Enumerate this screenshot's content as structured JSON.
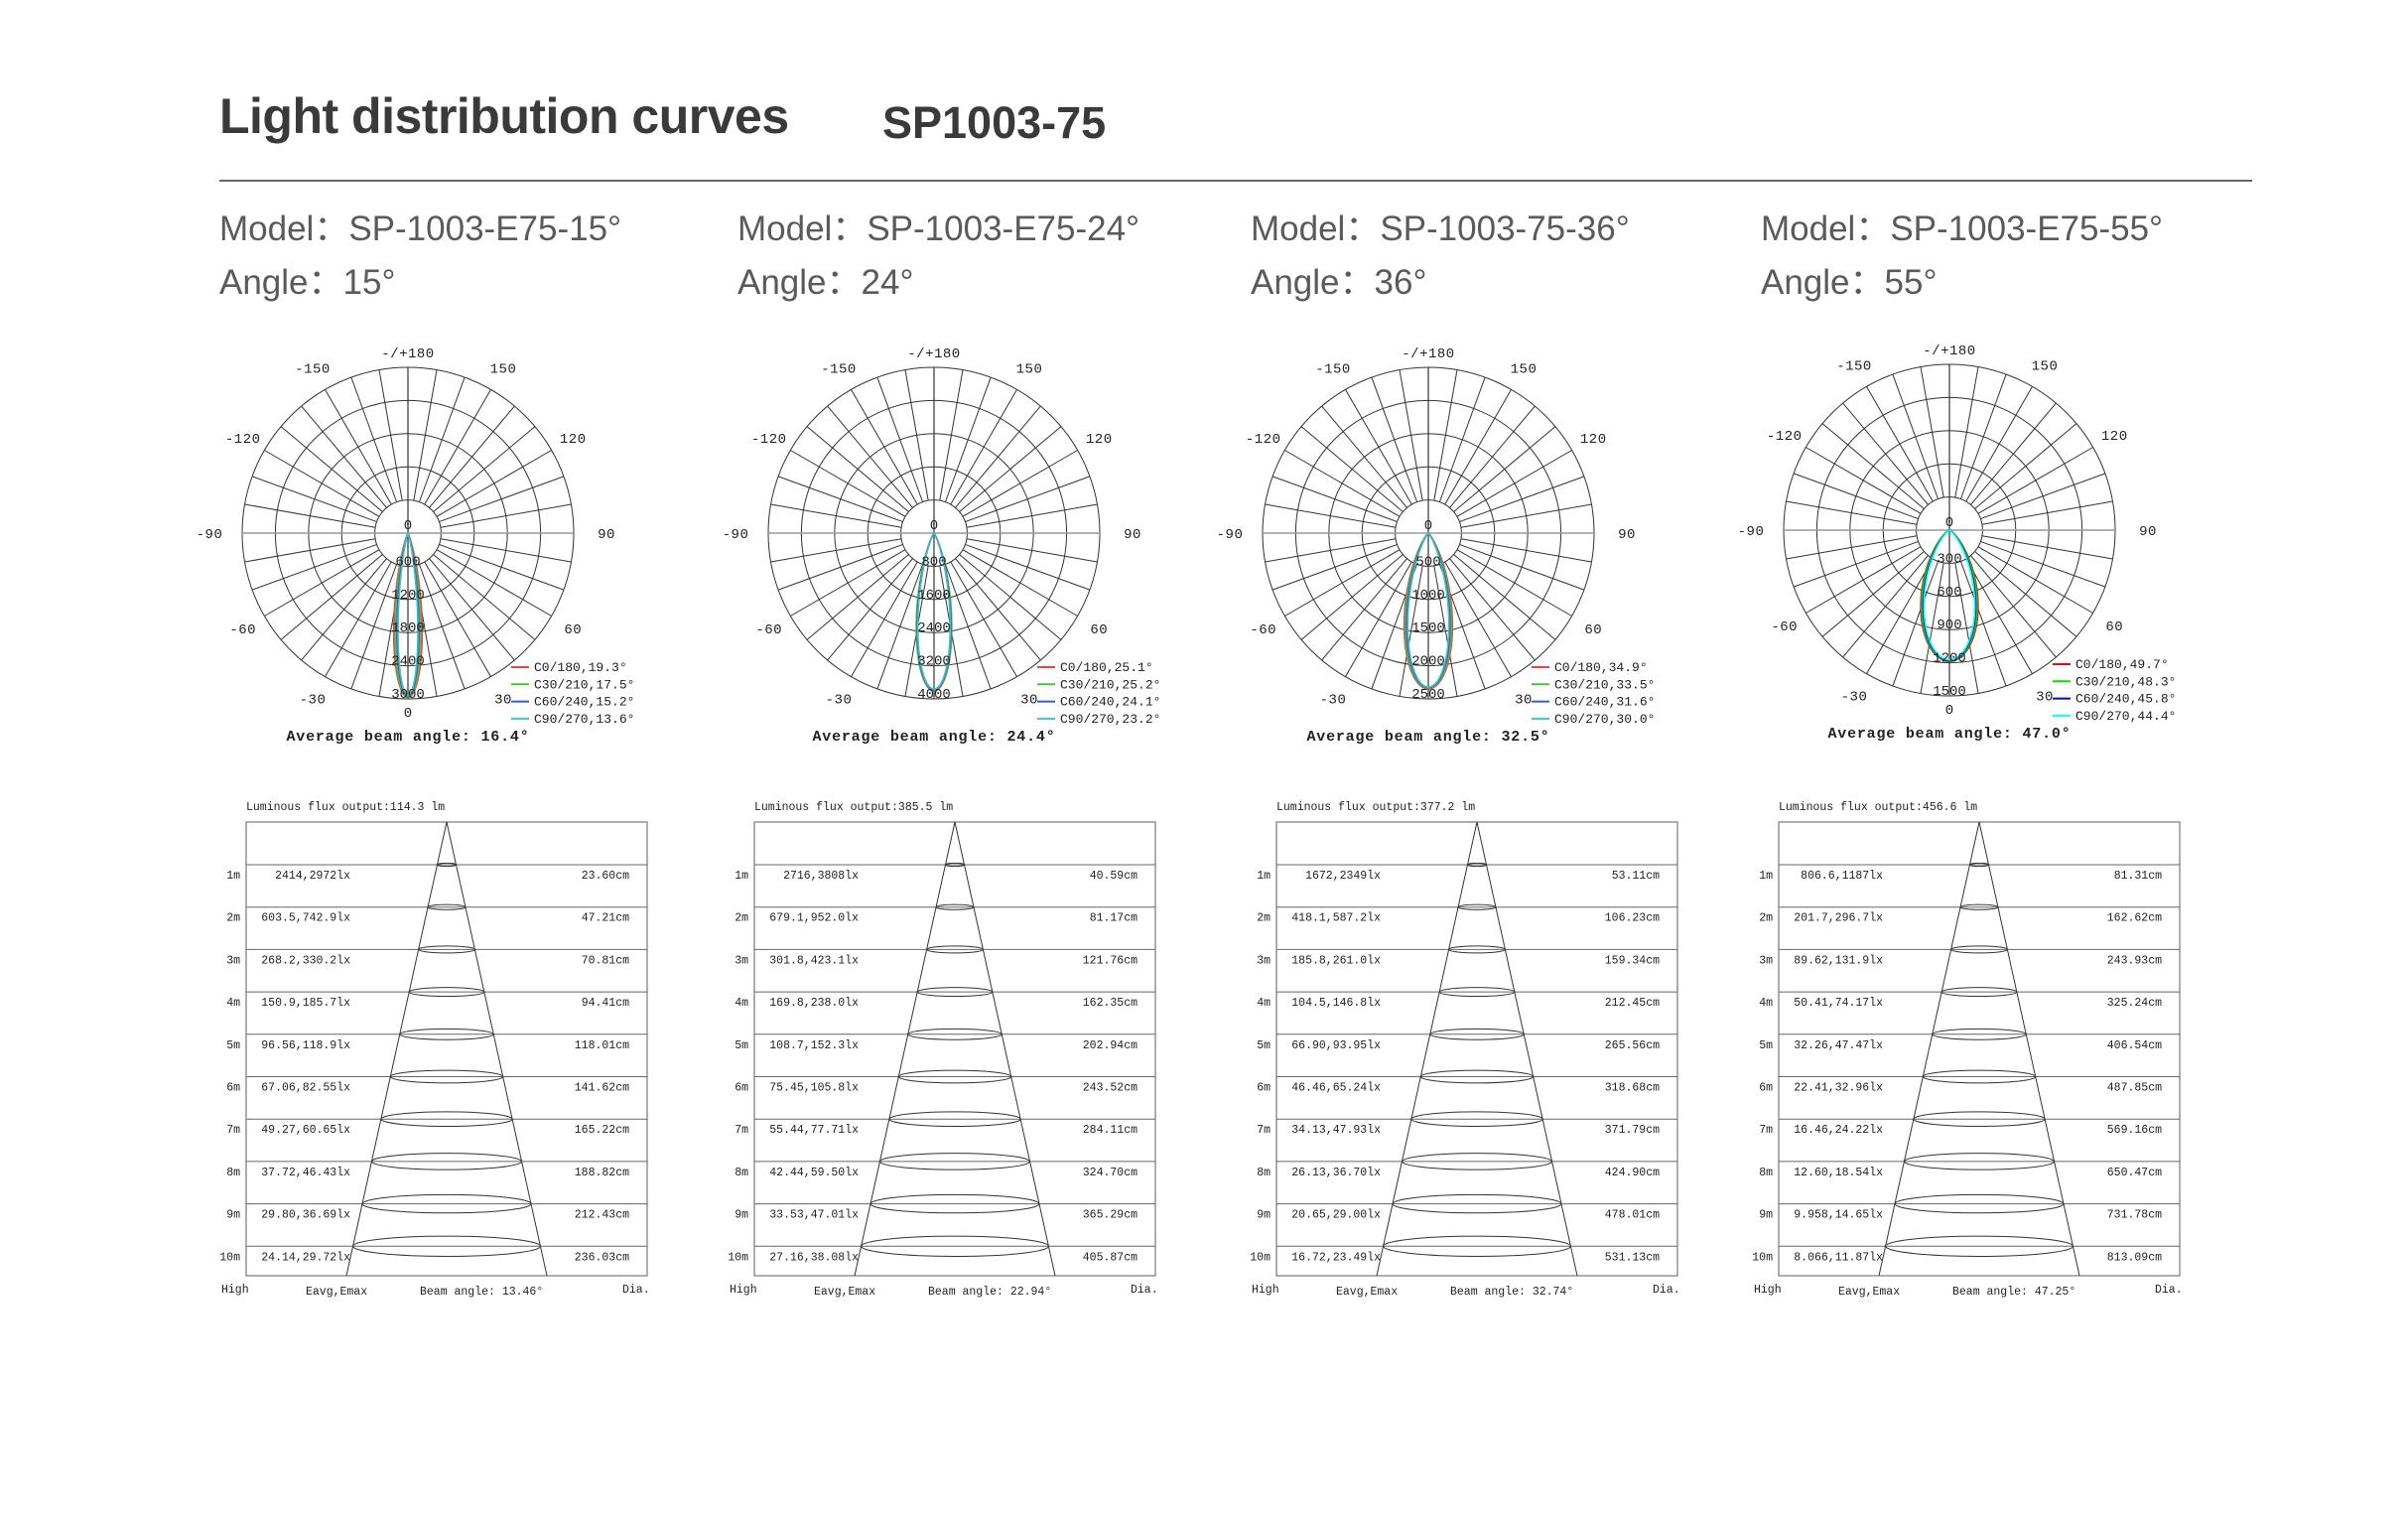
{
  "header": {
    "title": "Light distribution curves",
    "product": "SP1003-75"
  },
  "panels": [
    {
      "model_label": "Model：",
      "model": "SP-1003-E75-15°",
      "angle_label": "Angle：",
      "angle": "15°",
      "table": {
        "flux": "Luminous flux output:114.3 lm",
        "rows": [
          {
            "h": "1m",
            "e": "2414,2972lx",
            "d": "23.60cm"
          },
          {
            "h": "2m",
            "e": "603.5,742.9lx",
            "d": "47.21cm"
          },
          {
            "h": "3m",
            "e": "268.2,330.2lx",
            "d": "70.81cm"
          },
          {
            "h": "4m",
            "e": "150.9,185.7lx",
            "d": "94.41cm"
          },
          {
            "h": "5m",
            "e": "96.56,118.9lx",
            "d": "118.01cm"
          },
          {
            "h": "6m",
            "e": "67.06,82.55lx",
            "d": "141.62cm"
          },
          {
            "h": "7m",
            "e": "49.27,60.65lx",
            "d": "165.22cm"
          },
          {
            "h": "8m",
            "e": "37.72,46.43lx",
            "d": "188.82cm"
          },
          {
            "h": "9m",
            "e": "29.80,36.69lx",
            "d": "212.43cm"
          },
          {
            "h": "10m",
            "e": "24.14,29.72lx",
            "d": "236.03cm"
          }
        ],
        "footer": {
          "high": "High",
          "eavg": "Eavg,Emax",
          "beam": "Beam angle: 13.46°",
          "dia": "Dia."
        }
      }
    },
    {
      "model_label": "Model：",
      "model": "SP-1003-E75-24°",
      "angle_label": "Angle：",
      "angle": "24°",
      "table": {
        "flux": "Luminous flux output:385.5 lm",
        "rows": [
          {
            "h": "1m",
            "e": "2716,3808lx",
            "d": "40.59cm"
          },
          {
            "h": "2m",
            "e": "679.1,952.0lx",
            "d": "81.17cm"
          },
          {
            "h": "3m",
            "e": "301.8,423.1lx",
            "d": "121.76cm"
          },
          {
            "h": "4m",
            "e": "169.8,238.0lx",
            "d": "162.35cm"
          },
          {
            "h": "5m",
            "e": "108.7,152.3lx",
            "d": "202.94cm"
          },
          {
            "h": "6m",
            "e": "75.45,105.8lx",
            "d": "243.52cm"
          },
          {
            "h": "7m",
            "e": "55.44,77.71lx",
            "d": "284.11cm"
          },
          {
            "h": "8m",
            "e": "42.44,59.50lx",
            "d": "324.70cm"
          },
          {
            "h": "9m",
            "e": "33.53,47.01lx",
            "d": "365.29cm"
          },
          {
            "h": "10m",
            "e": "27.16,38.08lx",
            "d": "405.87cm"
          }
        ],
        "footer": {
          "high": "High",
          "eavg": "Eavg,Emax",
          "beam": "Beam angle: 22.94°",
          "dia": "Dia."
        }
      }
    },
    {
      "model_label": "Model：",
      "model": "SP-1003-75-36°",
      "angle_label": "Angle：",
      "angle": "36°",
      "table": {
        "flux": "Luminous flux output:377.2 lm",
        "rows": [
          {
            "h": "1m",
            "e": "1672,2349lx",
            "d": "53.11cm"
          },
          {
            "h": "2m",
            "e": "418.1,587.2lx",
            "d": "106.23cm"
          },
          {
            "h": "3m",
            "e": "185.8,261.0lx",
            "d": "159.34cm"
          },
          {
            "h": "4m",
            "e": "104.5,146.8lx",
            "d": "212.45cm"
          },
          {
            "h": "5m",
            "e": "66.90,93.95lx",
            "d": "265.56cm"
          },
          {
            "h": "6m",
            "e": "46.46,65.24lx",
            "d": "318.68cm"
          },
          {
            "h": "7m",
            "e": "34.13,47.93lx",
            "d": "371.79cm"
          },
          {
            "h": "8m",
            "e": "26.13,36.70lx",
            "d": "424.90cm"
          },
          {
            "h": "9m",
            "e": "20.65,29.00lx",
            "d": "478.01cm"
          },
          {
            "h": "10m",
            "e": "16.72,23.49lx",
            "d": "531.13cm"
          }
        ],
        "footer": {
          "high": "High",
          "eavg": "Eavg,Emax",
          "beam": "Beam angle: 32.74°",
          "dia": "Dia."
        }
      }
    },
    {
      "model_label": "Model：",
      "model": "SP-1003-E75-55°",
      "angle_label": "Angle：",
      "angle": "55°",
      "table": {
        "flux": "Luminous flux output:456.6 lm",
        "rows": [
          {
            "h": "1m",
            "e": "806.6,1187lx",
            "d": "81.31cm"
          },
          {
            "h": "2m",
            "e": "201.7,296.7lx",
            "d": "162.62cm"
          },
          {
            "h": "3m",
            "e": "89.62,131.9lx",
            "d": "243.93cm"
          },
          {
            "h": "4m",
            "e": "50.41,74.17lx",
            "d": "325.24cm"
          },
          {
            "h": "5m",
            "e": "32.26,47.47lx",
            "d": "406.54cm"
          },
          {
            "h": "6m",
            "e": "22.41,32.96lx",
            "d": "487.85cm"
          },
          {
            "h": "7m",
            "e": "16.46,24.22lx",
            "d": "569.16cm"
          },
          {
            "h": "8m",
            "e": "12.60,18.54lx",
            "d": "650.47cm"
          },
          {
            "h": "9m",
            "e": "9.958,14.65lx",
            "d": "731.78cm"
          },
          {
            "h": "10m",
            "e": "8.066,11.87lx",
            "d": "813.09cm"
          }
        ],
        "footer": {
          "high": "High",
          "eavg": "Eavg,Emax",
          "beam": "Beam angle: 47.25°",
          "dia": "Dia."
        }
      }
    }
  ],
  "chart_data": [
    {
      "type": "polar",
      "angle_labels": [
        "-/+180",
        "-150",
        "150",
        "-120",
        "120",
        "-90",
        "90",
        "-60",
        "60",
        "-30",
        "30"
      ],
      "center_label": "0",
      "ring_labels": [
        "600",
        "1200",
        "1800",
        "2400",
        "3000"
      ],
      "bottom_label": "0",
      "rmax": 3000,
      "peak": 2972,
      "average": "Average beam angle: 16.4°",
      "series": [
        {
          "name": "C0/180,19.3°",
          "beam": 19.3,
          "color": "#f04040"
        },
        {
          "name": "C30/210,17.5°",
          "beam": 17.5,
          "color": "#50c040"
        },
        {
          "name": "C60/240,15.2°",
          "beam": 15.2,
          "color": "#3060c0"
        },
        {
          "name": "C90/270,13.6°",
          "beam": 13.6,
          "color": "#40c0d0"
        }
      ]
    },
    {
      "type": "polar",
      "angle_labels": [
        "-/+180",
        "-150",
        "150",
        "-120",
        "120",
        "-90",
        "90",
        "-60",
        "60",
        "-30",
        "30"
      ],
      "center_label": "0",
      "ring_labels": [
        "800",
        "1600",
        "2400",
        "3200",
        "4000"
      ],
      "bottom_label": null,
      "rmax": 4000,
      "peak": 3808,
      "average": "Average beam angle: 24.4°",
      "series": [
        {
          "name": "C0/180,25.1°",
          "beam": 25.1,
          "color": "#f04040"
        },
        {
          "name": "C30/210,25.2°",
          "beam": 25.2,
          "color": "#50c040"
        },
        {
          "name": "C60/240,24.1°",
          "beam": 24.1,
          "color": "#3060c0"
        },
        {
          "name": "C90/270,23.2°",
          "beam": 23.2,
          "color": "#40c0d0"
        }
      ]
    },
    {
      "type": "polar",
      "angle_labels": [
        "-/+180",
        "-150",
        "150",
        "-120",
        "120",
        "-90",
        "90",
        "-60",
        "60",
        "-30",
        "30"
      ],
      "center_label": "0",
      "ring_labels": [
        "500",
        "1000",
        "1500",
        "2000",
        "2500"
      ],
      "bottom_label": null,
      "rmax": 2500,
      "peak": 2349,
      "average": "Average beam angle: 32.5°",
      "series": [
        {
          "name": "C0/180,34.9°",
          "beam": 34.9,
          "color": "#f04040"
        },
        {
          "name": "C30/210,33.5°",
          "beam": 33.5,
          "color": "#50c040"
        },
        {
          "name": "C60/240,31.6°",
          "beam": 31.6,
          "color": "#3060c0"
        },
        {
          "name": "C90/270,30.0°",
          "beam": 30.0,
          "color": "#40c0d0"
        }
      ]
    },
    {
      "type": "polar",
      "angle_labels": [
        "-/+180",
        "-150",
        "150",
        "-120",
        "120",
        "-90",
        "90",
        "-60",
        "60",
        "-30",
        "30"
      ],
      "center_label": "0",
      "ring_labels": [
        "300",
        "600",
        "900",
        "1200",
        "1500"
      ],
      "bottom_label": "0",
      "rmax": 1500,
      "peak": 1187,
      "average": "Average beam angle: 47.0°",
      "series": [
        {
          "name": "C0/180,49.7°",
          "beam": 49.7,
          "color": "#ff0000"
        },
        {
          "name": "C30/210,48.3°",
          "beam": 48.3,
          "color": "#00e000"
        },
        {
          "name": "C60/240,45.8°",
          "beam": 45.8,
          "color": "#0000ff"
        },
        {
          "name": "C90/270,44.4°",
          "beam": 44.4,
          "color": "#00ffff"
        }
      ]
    }
  ]
}
